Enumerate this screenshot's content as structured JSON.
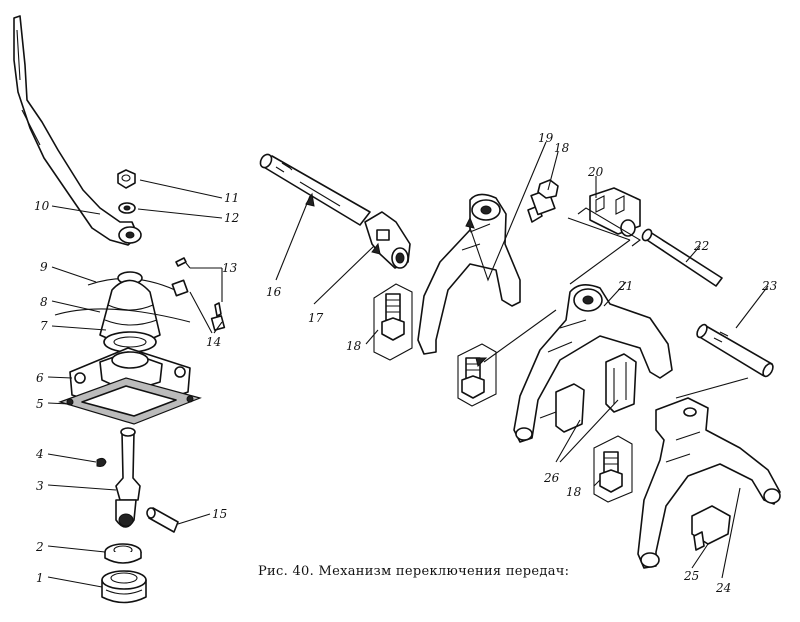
{
  "caption": "Рис. 40. Механизм переключения передач:",
  "labels": [
    "1",
    "2",
    "3",
    "4",
    "5",
    "6",
    "7",
    "8",
    "9",
    "10",
    "11",
    "12",
    "13",
    "14",
    "15",
    "16",
    "17",
    "18",
    "19",
    "18",
    "20",
    "21",
    "22",
    "23",
    "18",
    "26",
    "24",
    "25"
  ]
}
